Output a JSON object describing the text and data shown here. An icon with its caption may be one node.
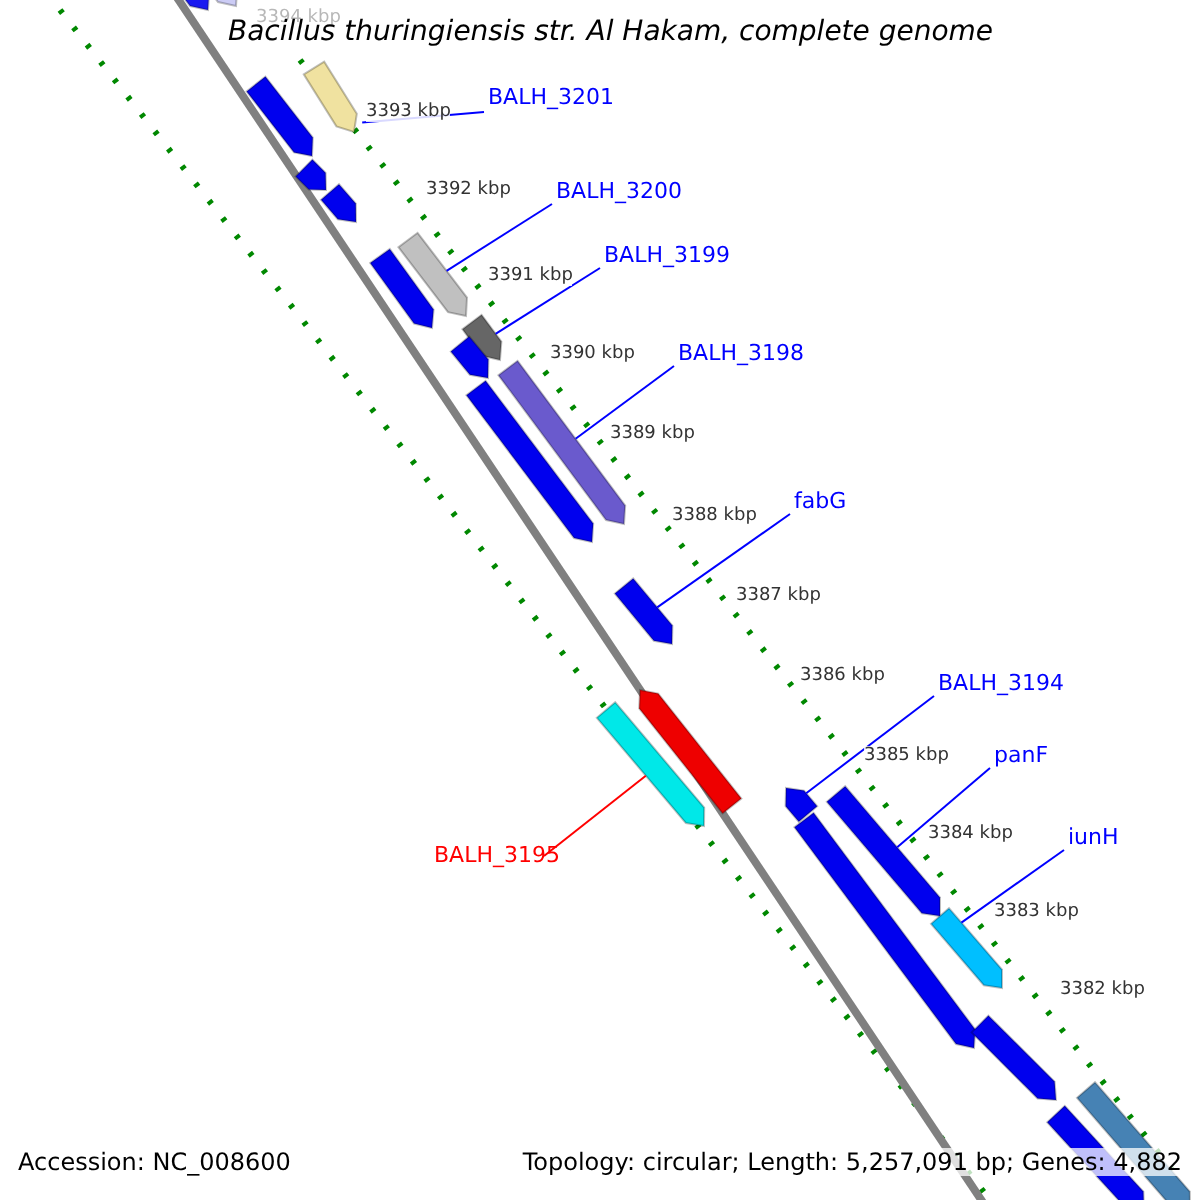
{
  "diagram": {
    "title": "Bacillus thuringiensis str. Al Hakam, complete genome",
    "nodes": [
      {
        "text": [
          "BALH_3201"
        ]
      },
      {
        "text": [
          "BALH_3200"
        ]
      },
      {
        "text": [
          "BALH_3199"
        ]
      },
      {
        "text": [
          "BALH_3198"
        ]
      },
      {
        "text": [
          "fabG"
        ]
      },
      {
        "text": [
          "BALH_3194"
        ]
      },
      {
        "text": [
          "panF"
        ]
      },
      {
        "text": [
          "iunH"
        ]
      },
      {
        "text": [
          "BALH_3195"
        ]
      },
      {
        "text": [],
        "shape": "arrow"
      },
      {
        "text": [],
        "shape": "arrow"
      },
      {
        "text": [],
        "shape": "arrow"
      },
      {
        "text": [],
        "shape": "arrow"
      },
      {
        "text": [],
        "shape": "arrow"
      },
      {
        "text": [],
        "shape": "arrow"
      },
      {
        "text": [],
        "shape": "arrow"
      },
      {
        "text": [],
        "shape": "arrow"
      },
      {
        "text": [],
        "shape": "arrow"
      },
      {
        "text": [],
        "shape": "arrow"
      },
      {
        "text": [],
        "shape": "arrow"
      },
      {
        "text": [],
        "shape": "arrow"
      },
      {
        "text": [],
        "shape": "arrow"
      },
      {
        "text": [],
        "shape": "arrow"
      },
      {
        "text": [],
        "shape": "arrow"
      },
      {
        "text": [],
        "shape": "arrow"
      },
      {
        "text": [],
        "shape": "arrow"
      },
      {
        "text": [],
        "shape": "arrow"
      },
      {
        "text": [],
        "shape": "arrow"
      },
      {
        "text": [],
        "shape": "arrow"
      },
      {
        "text": [],
        "shape": "arrow"
      },
      {
        "text": [],
        "shape": "arrow"
      }
    ],
    "edges": [
      {
        "from": 0,
        "to": 12,
        "arrow": "none"
      },
      {
        "from": 1,
        "to": 16,
        "arrow": "none"
      },
      {
        "from": 2,
        "to": 17,
        "arrow": "none"
      },
      {
        "from": 3,
        "to": 19,
        "arrow": "none"
      },
      {
        "from": 4,
        "to": 21,
        "arrow": "none"
      },
      {
        "from": 5,
        "to": 24,
        "arrow": "none"
      },
      {
        "from": 6,
        "to": 25,
        "arrow": "none"
      },
      {
        "from": 7,
        "to": 26,
        "arrow": "none"
      },
      {
        "from": 8,
        "to": 23,
        "arrow": "none",
        "color": "#ff0000"
      }
    ],
    "labels": [
      "3394 kbp",
      "3393 kbp",
      "3392 kbp",
      "3391 kbp",
      "3390 kbp",
      "3389 kbp",
      "3388 kbp",
      "3387 kbp",
      "3386 kbp",
      "3385 kbp",
      "3384 kbp",
      "3383 kbp",
      "3382 kbp",
      "Accession: NC_008600",
      "Topology: circular; Length: 5,257,091 bp; Genes: 4,882"
    ]
  }
}
